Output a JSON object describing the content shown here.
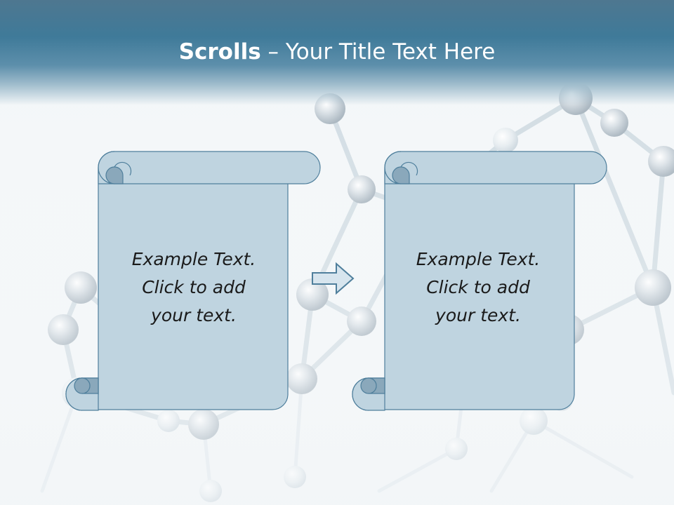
{
  "slide": {
    "title_bold": "Scrolls",
    "title_rest": " – Your Title Text Here"
  },
  "scrolls": [
    {
      "line1": "Example  Text.",
      "line2": "Click  to add",
      "line3": "your text."
    },
    {
      "line1": "Example  Text.",
      "line2": "Click  to add",
      "line3": "your text."
    }
  ],
  "arrow": {
    "icon": "right-arrow-icon"
  },
  "colors": {
    "header": "#3f7a99",
    "scroll_fill": "#bfd4e0",
    "scroll_stroke": "#4f7f9c",
    "scroll_curl": "#8aa8bb",
    "title_text": "#ffffff",
    "body_text": "#1a1a1a"
  }
}
